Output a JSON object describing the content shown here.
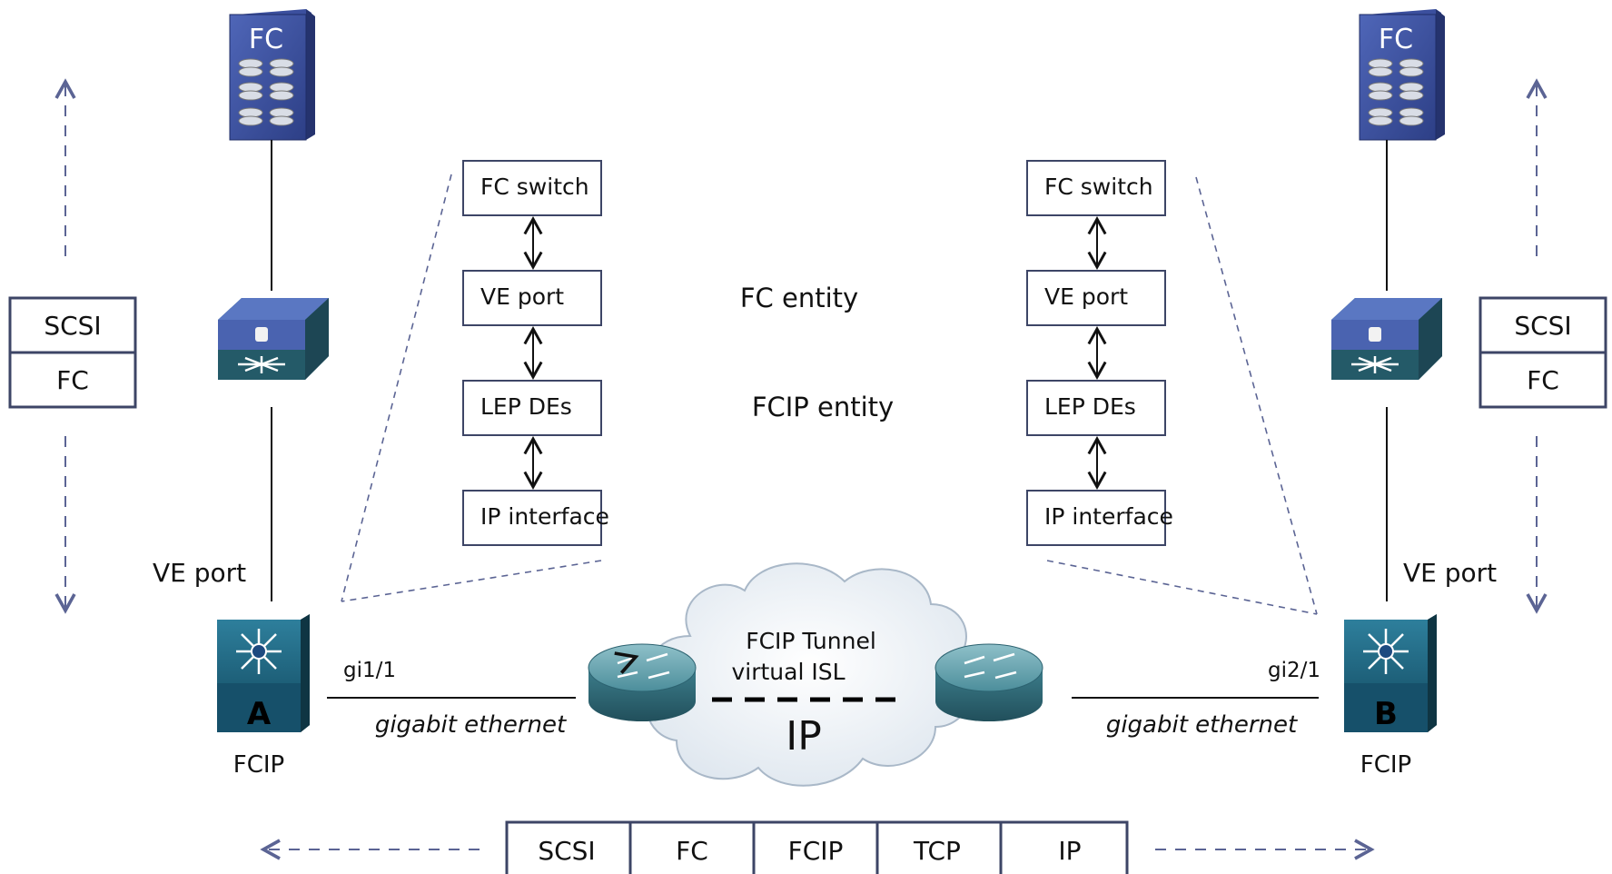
{
  "left": {
    "storage_label": "FC",
    "stack": [
      "SCSI",
      "FC"
    ],
    "ve_port_label": "VE port",
    "switch_letter": "A",
    "switch_caption": "FCIP",
    "interface": "gi1/1",
    "link_label": "gigabit ethernet"
  },
  "right": {
    "storage_label": "FC",
    "stack": [
      "SCSI",
      "FC"
    ],
    "ve_port_label": "VE port",
    "switch_letter": "B",
    "switch_caption": "FCIP",
    "interface": "gi2/1",
    "link_label": "gigabit ethernet"
  },
  "detail_left": [
    "FC switch",
    "VE port",
    "LEP DEs",
    "IP interface"
  ],
  "detail_right": [
    "FC switch",
    "VE port",
    "LEP DEs",
    "IP interface"
  ],
  "entities": {
    "fc": "FC entity",
    "fcip": "FCIP entity"
  },
  "cloud": {
    "tunnel_line1": "FCIP Tunnel",
    "tunnel_line2": "virtual ISL",
    "label": "IP"
  },
  "bottom_stack": [
    "SCSI",
    "FC",
    "FCIP",
    "TCP",
    "IP"
  ]
}
